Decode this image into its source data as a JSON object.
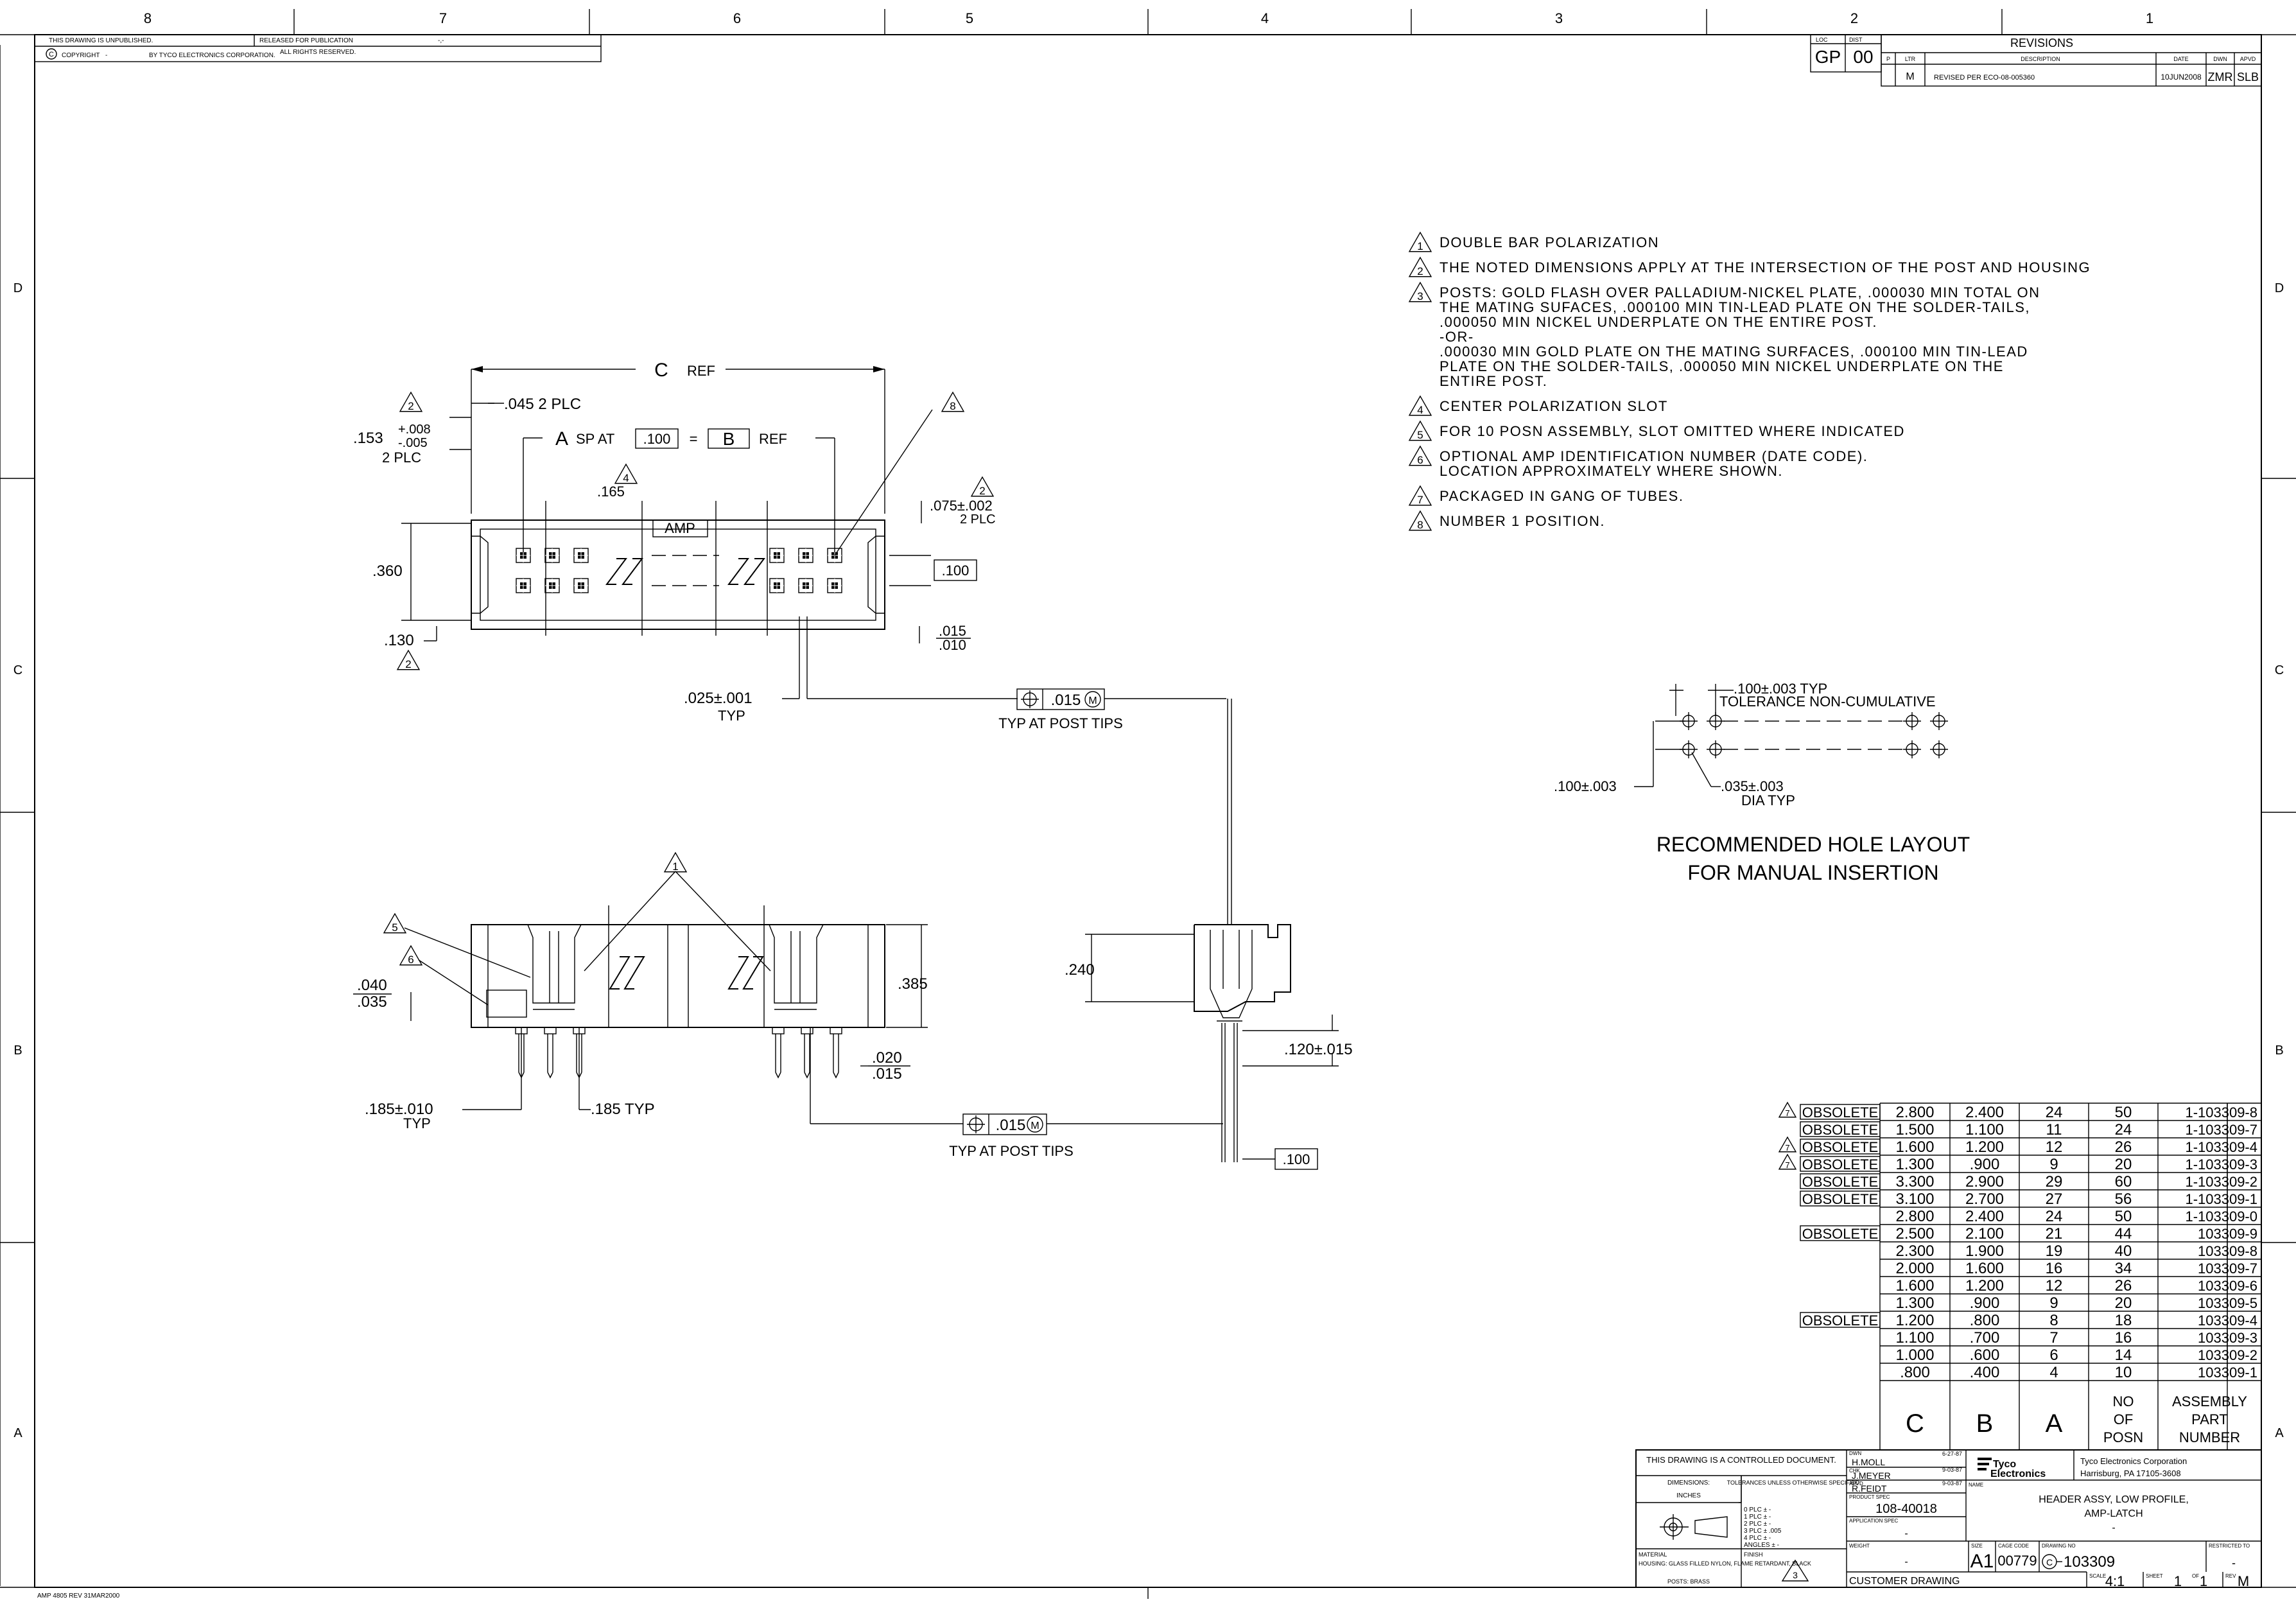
{
  "border": {
    "top_zones": [
      "8",
      "7",
      "6",
      "5",
      "4",
      "3",
      "2",
      "1"
    ],
    "side_zones": [
      "D",
      "C",
      "B",
      "A"
    ]
  },
  "top_left_block": {
    "unpublished": "THIS DRAWING IS UNPUBLISHED.",
    "released": "RELEASED FOR PUBLICATION",
    "release_value": "-,-",
    "copyright": "COPYRIGHT",
    "copyright_value": "-",
    "by": "BY TYCO ELECTRONICS CORPORATION.",
    "rights": "ALL RIGHTS RESERVED."
  },
  "loc_dist": {
    "loc_label": "LOC",
    "dist_label": "DIST",
    "loc": "GP",
    "dist": "00"
  },
  "revisions": {
    "title": "REVISIONS",
    "headers": [
      "P",
      "LTR",
      "DESCRIPTION",
      "DATE",
      "DWN",
      "APVD"
    ],
    "row": {
      "p": "",
      "ltr": "M",
      "desc": "REVISED PER ECO-08-005360",
      "date": "10JUN2008",
      "dwn": "ZMR",
      "apvd": "SLB"
    }
  },
  "notes": [
    {
      "num": "1",
      "lines": [
        "DOUBLE BAR POLARIZATION"
      ]
    },
    {
      "num": "2",
      "lines": [
        "THE NOTED DIMENSIONS APPLY AT THE INTERSECTION OF THE POST AND HOUSING"
      ]
    },
    {
      "num": "3",
      "lines": [
        "POSTS: GOLD FLASH OVER PALLADIUM-NICKEL PLATE, .000030 MIN TOTAL ON",
        "THE MATING SUFACES, .000100 MIN TIN-LEAD PLATE ON THE SOLDER-TAILS,",
        ".000050 MIN NICKEL UNDERPLATE ON THE ENTIRE POST.",
        "-OR-",
        ".000030 MIN GOLD PLATE ON THE MATING SURFACES, .000100 MIN TIN-LEAD",
        "PLATE ON THE SOLDER-TAILS, .000050 MIN NICKEL UNDERPLATE ON THE",
        "ENTIRE POST."
      ]
    },
    {
      "num": "4",
      "lines": [
        "CENTER POLARIZATION SLOT"
      ]
    },
    {
      "num": "5",
      "lines": [
        "FOR 10 POSN ASSEMBLY, SLOT OMITTED WHERE INDICATED"
      ]
    },
    {
      "num": "6",
      "lines": [
        "OPTIONAL AMP IDENTIFICATION NUMBER (DATE CODE).",
        "LOCATION APPROXIMATELY WHERE SHOWN."
      ]
    },
    {
      "num": "7",
      "lines": [
        "PACKAGED IN GANG OF TUBES."
      ]
    },
    {
      "num": "8",
      "lines": [
        "NUMBER 1 POSITION."
      ]
    }
  ],
  "top_view": {
    "c_ref": "C",
    "ref": "REF",
    "plc045": ".045 2 PLC",
    "d153": ".153",
    "tol_plus": "+.008",
    "tol_minus": "-.005",
    "two_plc": "2 PLC",
    "a_label": "A",
    "sp_at": "SP AT",
    "pitch": ".100",
    "eq": "=",
    "b_label": "B",
    "b_ref": "REF",
    "d165": ".165",
    "amp": "AMP",
    "d075": ".075±.002",
    "d075_plc": "2 PLC",
    "d360": ".360",
    "d100": ".100",
    "d130": ".130",
    "d015": ".015",
    "d010": ".010",
    "d025": ".025±.001",
    "typ": "TYP",
    "fcf1": ".015",
    "fcf1_m": "M",
    "at_post_tips_1": "TYP AT POST TIPS"
  },
  "front_view": {
    "d040": ".040",
    "d035": ".035",
    "d385": ".385",
    "d020": ".020",
    "d015": ".015",
    "d185a": ".185±.010",
    "d185a_typ": "TYP",
    "d185b": ".185 TYP",
    "fcf2": ".015",
    "fcf2_m": "M",
    "at_post_tips_2": "TYP AT POST TIPS"
  },
  "side_view": {
    "d240": ".240",
    "d120": ".120±.015",
    "d100": ".100"
  },
  "hole_layout": {
    "d100_003": ".100±.003 TYP",
    "tol_noncum": "TOLERANCE NON-CUMULATIVE",
    "d100_left": ".100±.003",
    "d035": ".035±.003",
    "dia_typ": "DIA TYP",
    "title1": "RECOMMENDED HOLE LAYOUT",
    "title2": "FOR MANUAL INSERTION"
  },
  "part_table": {
    "headers": [
      "C",
      "B",
      "A",
      "NO OF POSN",
      "ASSEMBLY PART NUMBER"
    ],
    "header_lines": [
      [
        "C"
      ],
      [
        "B"
      ],
      [
        "A"
      ],
      [
        "NO",
        "OF",
        "POSN"
      ],
      [
        "ASSEMBLY",
        "PART",
        "NUMBER"
      ]
    ],
    "rows": [
      {
        "note": "7",
        "status": "OBSOLETE",
        "c": "2.800",
        "b": "2.400",
        "a": "24",
        "posn": "50",
        "part": "1-103309-8"
      },
      {
        "note": "",
        "status": "OBSOLETE",
        "c": "1.500",
        "b": "1.100",
        "a": "11",
        "posn": "24",
        "part": "1-103309-7"
      },
      {
        "note": "7",
        "status": "OBSOLETE",
        "c": "1.600",
        "b": "1.200",
        "a": "12",
        "posn": "26",
        "part": "1-103309-4"
      },
      {
        "note": "7",
        "status": "OBSOLETE",
        "c": "1.300",
        "b": ".900",
        "a": "9",
        "posn": "20",
        "part": "1-103309-3"
      },
      {
        "note": "",
        "status": "OBSOLETE",
        "c": "3.300",
        "b": "2.900",
        "a": "29",
        "posn": "60",
        "part": "1-103309-2"
      },
      {
        "note": "",
        "status": "OBSOLETE",
        "c": "3.100",
        "b": "2.700",
        "a": "27",
        "posn": "56",
        "part": "1-103309-1"
      },
      {
        "note": "",
        "status": "",
        "c": "2.800",
        "b": "2.400",
        "a": "24",
        "posn": "50",
        "part": "1-103309-0"
      },
      {
        "note": "",
        "status": "OBSOLETE",
        "c": "2.500",
        "b": "2.100",
        "a": "21",
        "posn": "44",
        "part": "103309-9"
      },
      {
        "note": "",
        "status": "",
        "c": "2.300",
        "b": "1.900",
        "a": "19",
        "posn": "40",
        "part": "103309-8"
      },
      {
        "note": "",
        "status": "",
        "c": "2.000",
        "b": "1.600",
        "a": "16",
        "posn": "34",
        "part": "103309-7"
      },
      {
        "note": "",
        "status": "",
        "c": "1.600",
        "b": "1.200",
        "a": "12",
        "posn": "26",
        "part": "103309-6"
      },
      {
        "note": "",
        "status": "",
        "c": "1.300",
        "b": ".900",
        "a": "9",
        "posn": "20",
        "part": "103309-5"
      },
      {
        "note": "",
        "status": "OBSOLETE",
        "c": "1.200",
        "b": ".800",
        "a": "8",
        "posn": "18",
        "part": "103309-4"
      },
      {
        "note": "",
        "status": "",
        "c": "1.100",
        "b": ".700",
        "a": "7",
        "posn": "16",
        "part": "103309-3"
      },
      {
        "note": "",
        "status": "",
        "c": "1.000",
        "b": ".600",
        "a": "6",
        "posn": "14",
        "part": "103309-2"
      },
      {
        "note": "",
        "status": "",
        "c": ".800",
        "b": ".400",
        "a": "4",
        "posn": "10",
        "part": "103309-1"
      }
    ]
  },
  "title_block": {
    "controlled": "THIS DRAWING IS A CONTROLLED DOCUMENT.",
    "dimensions": "DIMENSIONS:",
    "inches": "INCHES",
    "tolerances": "TOLERANCES UNLESS OTHERWISE SPECIFIED:",
    "tol_rows": [
      "0 PLC  ±  -",
      "1 PLC  ±  -",
      "2 PLC  ±  -",
      "3 PLC  ±  .005",
      "4 PLC  ±  -",
      "ANGLES    ±  -"
    ],
    "material_label": "MATERIAL",
    "material": "HOUSING: GLASS FILLED NYLON, FLAME RETARDANT, BLACK",
    "posts": "POSTS: BRASS",
    "finish_label": "FINISH",
    "finish_note": "3",
    "dwn_label": "DWN",
    "dwn_name": "H.MOLL",
    "dwn_date": "6-27-87",
    "chk_label": "CHK",
    "chk_name": "J.MEYER",
    "chk_date": "9-03-87",
    "apvd_label": "APVD",
    "apvd_name": "R.FEIDT",
    "apvd_date": "9-03-87",
    "product_spec_label": "PRODUCT SPEC",
    "product_spec": "108-40018",
    "application_spec_label": "APPLICATION SPEC",
    "application_spec": "-",
    "weight_label": "WEIGHT",
    "weight": "-",
    "logo_top": "Tyco",
    "logo_bottom": "Electronics",
    "company": "Tyco Electronics Corporation",
    "address": "Harrisburg, PA 17105-3608",
    "name_label": "NAME",
    "name_line1": "HEADER ASSY, LOW PROFILE,",
    "name_line2": "AMP-LATCH",
    "name_line3": "-",
    "size_label": "SIZE",
    "size": "A1",
    "cage_label": "CAGE CODE",
    "cage": "00779",
    "drawing_no_label": "DRAWING NO",
    "drawing_no": "103309",
    "restricted_label": "RESTRICTED TO",
    "restricted": "-",
    "customer_drawing": "CUSTOMER DRAWING",
    "scale_label": "SCALE",
    "scale": "4:1",
    "sheet_label": "SHEET",
    "sheet": "1",
    "of_label": "OF",
    "sheet_of": "1",
    "rev_label": "REV",
    "rev": "M"
  },
  "footer": "AMP 4805 REV 31MAR2000"
}
